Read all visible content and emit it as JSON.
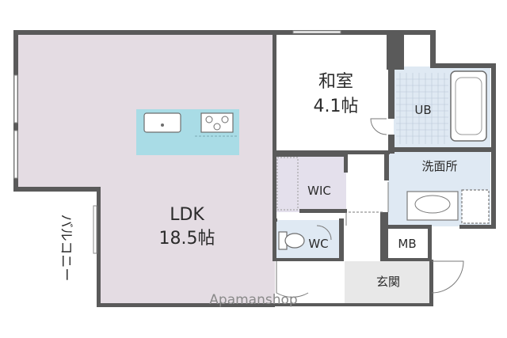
{
  "rooms": {
    "ldk": {
      "name": "LDK",
      "size": "18.5帖"
    },
    "washitsu": {
      "name": "和室",
      "size": "4.1帖"
    },
    "ub": {
      "name": "UB"
    },
    "senmenjo": {
      "name": "洗面所"
    },
    "wic": {
      "name": "WIC"
    },
    "wc": {
      "name": "WC"
    },
    "mb": {
      "name": "MB"
    },
    "genkan": {
      "name": "玄関"
    },
    "balcony": {
      "name": "バルコニー"
    }
  },
  "watermark": "Apamanshop",
  "colors": {
    "ldk_floor": "#e4dce3",
    "wic_floor": "#e4e0ec",
    "wet_floor": "#dfe9f3",
    "kitchen": "#a9dce6",
    "wall": "#5a5a5a",
    "genkan_floor": "#e8e8e8"
  }
}
